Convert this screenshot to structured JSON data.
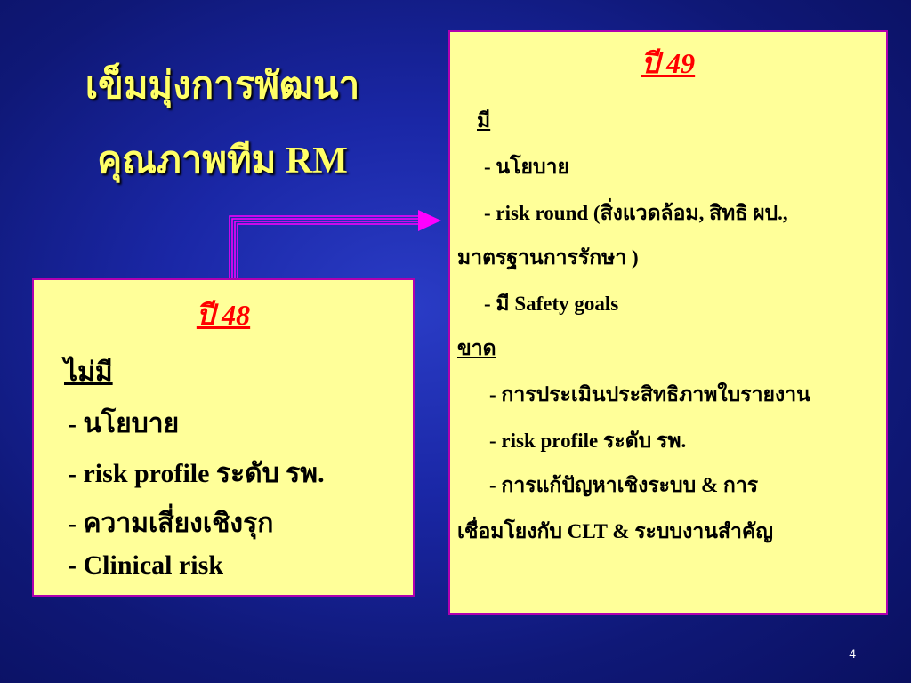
{
  "title": {
    "line1": "เข็มมุ่งการพัฒนา",
    "line2": "คุณภาพทีม  RM"
  },
  "year48": {
    "heading": "ปี  48",
    "status": "ไม่มี",
    "items": [
      "-  นโยบาย",
      "-  risk profile ระดับ รพ.",
      "-  ความเสี่ยงเชิงรุก",
      "- Clinical risk"
    ]
  },
  "year49": {
    "heading": "ปี  49",
    "has_label": "มี",
    "has_items": [
      "- นโยบาย",
      "- risk round (สิ่งแวดล้อม, สิทธิ ผป.,",
      "มาตรฐานการรักษา )",
      "- มี Safety goals"
    ],
    "lack_label": "ขาด",
    "lack_items": [
      "- การประเมินประสิทธิภาพใบรายงาน",
      "- risk profile ระดับ รพ.",
      "- การแก้ปัญหาเชิงระบบ & การ",
      "เชื่อมโยงกับ CLT & ระบบงานสำคัญ"
    ]
  },
  "slide_number": "4",
  "colors": {
    "background": "#1a27a6",
    "title": "#ffff66",
    "box_fill": "#ffff99",
    "box_border": "#b000b0",
    "year_heading": "#ff0000",
    "arrow": "#ff00ff"
  }
}
